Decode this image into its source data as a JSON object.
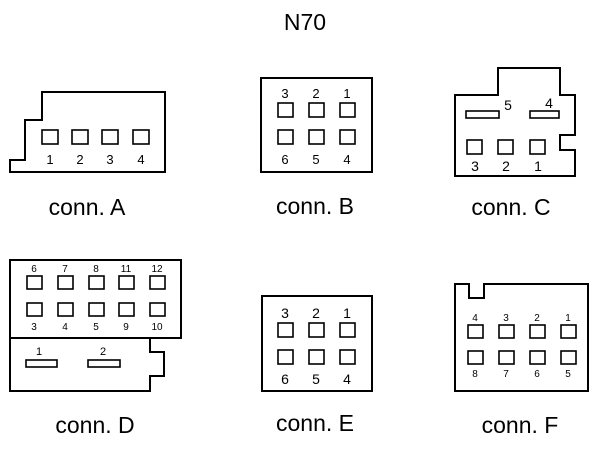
{
  "title": "N70",
  "connectors": {
    "A": {
      "caption": "conn. A",
      "pins": [
        "1",
        "2",
        "3",
        "4"
      ]
    },
    "B": {
      "caption": "conn. B",
      "pins": [
        "3",
        "2",
        "1",
        "6",
        "5",
        "4"
      ]
    },
    "C": {
      "caption": "conn. C",
      "pins": [
        "5",
        "4",
        "3",
        "2",
        "1"
      ]
    },
    "D": {
      "caption": "conn. D",
      "pins": [
        "6",
        "7",
        "8",
        "11",
        "12",
        "3",
        "4",
        "5",
        "9",
        "10",
        "1",
        "2"
      ]
    },
    "E": {
      "caption": "conn. E",
      "pins": [
        "3",
        "2",
        "1",
        "6",
        "5",
        "4"
      ]
    },
    "F": {
      "caption": "conn. F",
      "pins": [
        "4",
        "3",
        "2",
        "1",
        "8",
        "7",
        "6",
        "5"
      ]
    }
  }
}
